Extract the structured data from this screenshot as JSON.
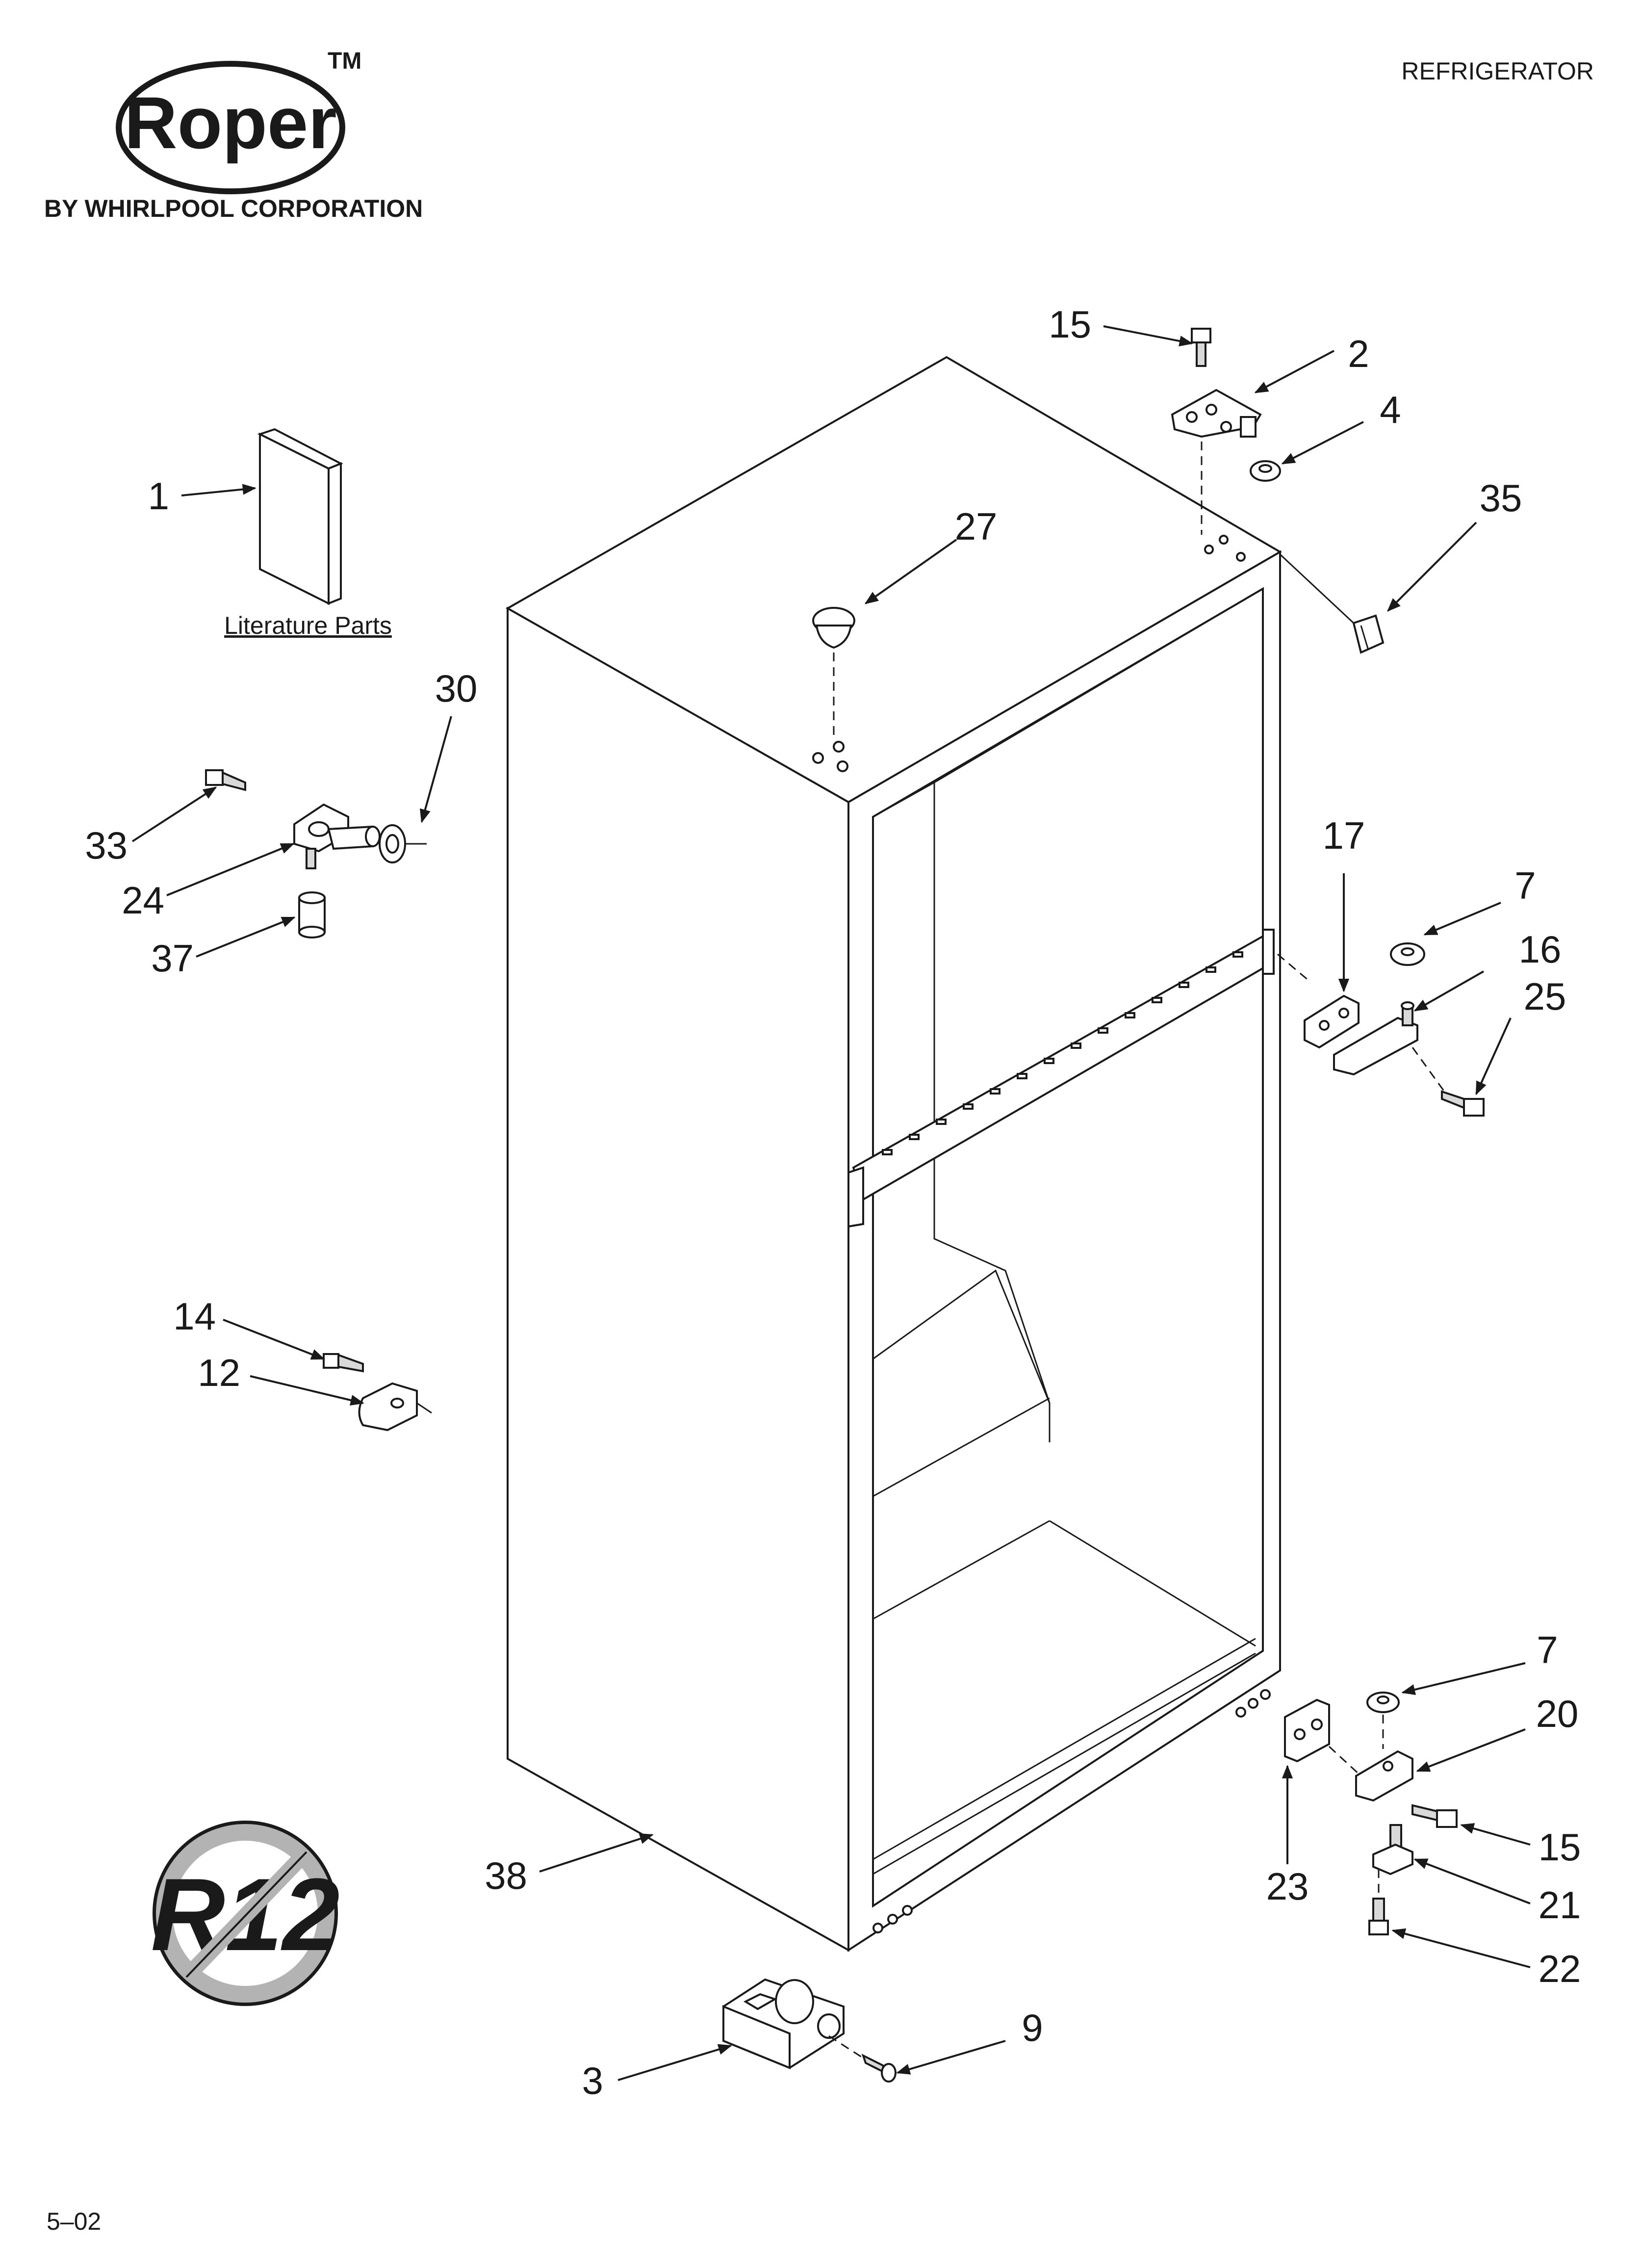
{
  "header": {
    "brand_name": "Roper",
    "trademark": "TM",
    "brand_subtitle": "BY WHIRLPOOL CORPORATION",
    "product_title": "REFRIGERATOR"
  },
  "footer": {
    "date_code": "5–02"
  },
  "literature_label": "Literature Parts",
  "badge_text": "R12",
  "callouts": [
    {
      "id": "c1",
      "label": "1"
    },
    {
      "id": "c2",
      "label": "2"
    },
    {
      "id": "c3",
      "label": "3"
    },
    {
      "id": "c4",
      "label": "4"
    },
    {
      "id": "c7a",
      "label": "7"
    },
    {
      "id": "c7b",
      "label": "7"
    },
    {
      "id": "c9",
      "label": "9"
    },
    {
      "id": "c12",
      "label": "12"
    },
    {
      "id": "c14",
      "label": "14"
    },
    {
      "id": "c15a",
      "label": "15"
    },
    {
      "id": "c15b",
      "label": "15"
    },
    {
      "id": "c16",
      "label": "16"
    },
    {
      "id": "c17",
      "label": "17"
    },
    {
      "id": "c20",
      "label": "20"
    },
    {
      "id": "c21",
      "label": "21"
    },
    {
      "id": "c22",
      "label": "22"
    },
    {
      "id": "c23",
      "label": "23"
    },
    {
      "id": "c24",
      "label": "24"
    },
    {
      "id": "c25",
      "label": "25"
    },
    {
      "id": "c27",
      "label": "27"
    },
    {
      "id": "c30",
      "label": "30"
    },
    {
      "id": "c33",
      "label": "33"
    },
    {
      "id": "c35",
      "label": "35"
    },
    {
      "id": "c37",
      "label": "37"
    },
    {
      "id": "c38",
      "label": "38"
    }
  ]
}
